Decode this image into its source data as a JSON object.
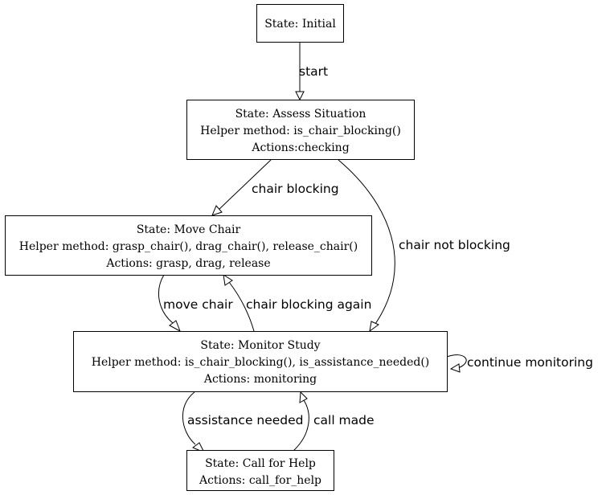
{
  "nodes": {
    "initial": {
      "lines": [
        "State: Initial"
      ]
    },
    "assess": {
      "lines": [
        "State: Assess Situation",
        "Helper method: is_chair_blocking()",
        "Actions:checking"
      ]
    },
    "move": {
      "lines": [
        "State: Move Chair",
        "Helper method: grasp_chair(), drag_chair(), release_chair()",
        "Actions: grasp, drag, release"
      ]
    },
    "monitor": {
      "lines": [
        "State: Monitor Study",
        "Helper method: is_chair_blocking(), is_assistance_needed()",
        "Actions: monitoring"
      ]
    },
    "help": {
      "lines": [
        "State: Call for Help",
        "Actions: call_for_help"
      ]
    }
  },
  "edges": {
    "start": "start",
    "chair_blocking": "chair blocking",
    "chair_not_blocking": "chair not blocking",
    "move_chair": "move chair",
    "chair_blocking_again": "chair blocking again",
    "continue_monitoring": "continue monitoring",
    "assistance_needed": "assistance needed",
    "call_made": "call made"
  }
}
